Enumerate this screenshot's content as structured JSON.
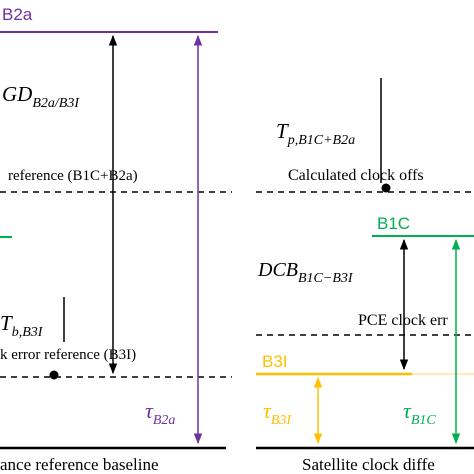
{
  "left_panel": {
    "b2a_label": "B2a",
    "tgd": {
      "main": "GD",
      "sub": "B2a/B3I"
    },
    "ref_b1c_b2a": "reference (B1C+B2a)",
    "tb": {
      "main": "T",
      "sub": "b,B3I"
    },
    "ref_b3i": "k error reference (B3I)",
    "tau_b2a": {
      "main": "τ",
      "sub": "B2a"
    },
    "baseline": "ance reference baseline"
  },
  "right_panel": {
    "tp": {
      "main": "T",
      "sub": "p,B1C+B2a"
    },
    "calc_offset": "Calculated clock offs",
    "b1c_label": "B1C",
    "dcb": {
      "main": "DCB",
      "sub": "B1C−B3I"
    },
    "pce_ref": "PCE clock err",
    "b3i_label": "B3I",
    "tau_b3i": {
      "main": "τ",
      "sub": "B3I"
    },
    "tau_b1c": {
      "main": "τ",
      "sub": "B1C"
    },
    "baseline": "Satellite clock diffe"
  },
  "colors": {
    "b2a": "#7030a0",
    "b1c": "#00b050",
    "b3i": "#ffc000",
    "ink": "#000000"
  }
}
